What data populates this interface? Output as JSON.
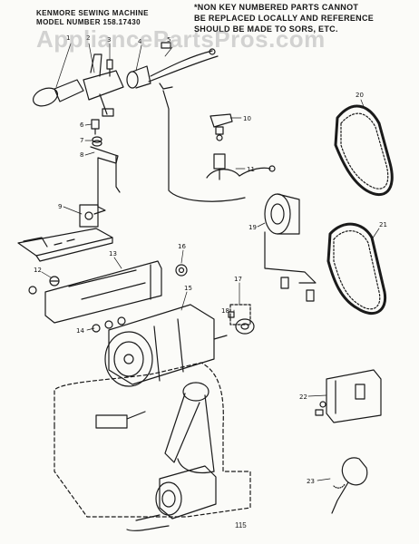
{
  "header": {
    "model_line1": "KENMORE SEWING MACHINE",
    "model_line2": "MODEL NUMBER 158.17430",
    "note_line1": "*NON KEY NUMBERED PARTS CANNOT",
    "note_line2": "BE REPLACED LOCALLY AND REFERENCE",
    "note_line3": "SHOULD BE MADE TO SORS, ETC."
  },
  "watermark": "AppliancePartsPros.com",
  "page_number": "115",
  "callouts": [
    "1",
    "2",
    "3",
    "4",
    "5",
    "6",
    "7",
    "8",
    "9",
    "10",
    "11",
    "12",
    "13",
    "14",
    "15",
    "16",
    "17",
    "18",
    "19",
    "20",
    "21",
    "22",
    "23"
  ],
  "line_color": "#1a1a1a",
  "paper_color": "#fbfbf8"
}
